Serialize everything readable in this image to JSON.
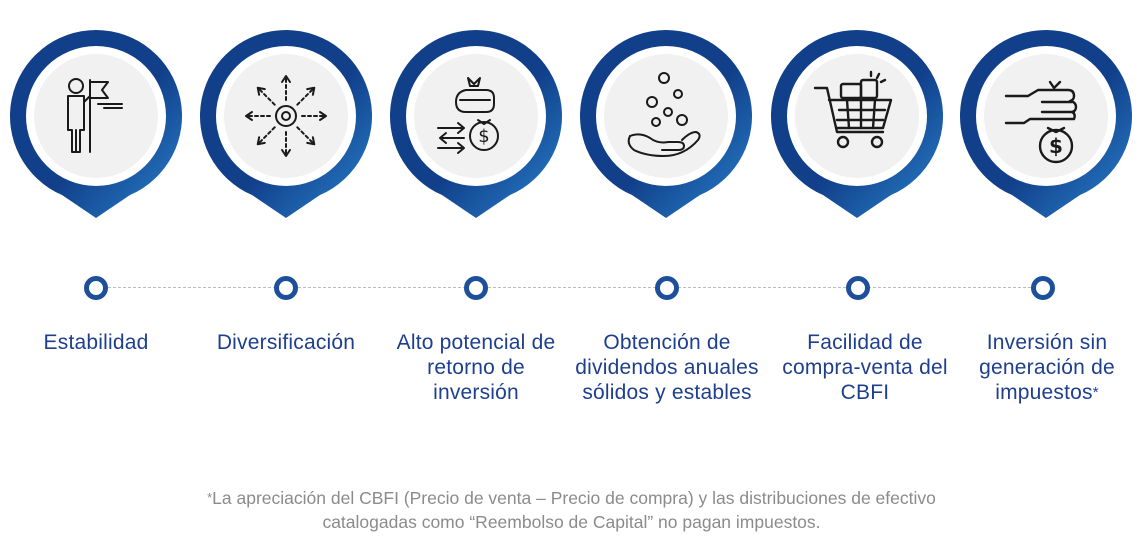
{
  "colors": {
    "pin_dark": "#113f8a",
    "pin_light": "#2a83cd",
    "label_text": "#1e3f8e",
    "footnote_text": "#8b8b8b",
    "dotted_line": "#b9bcc2"
  },
  "items": [
    {
      "label": "Estabilidad",
      "icon": "person-flag-icon"
    },
    {
      "label": "Diversificación",
      "icon": "diversification-arrows-icon"
    },
    {
      "label": "Alto potencial de retorno de inversión",
      "icon": "money-bag-hand-icon"
    },
    {
      "label": "Obtención de dividendos anuales sólidos y estables",
      "icon": "coins-hand-icon"
    },
    {
      "label": "Facilidad de compra-venta del CBFI",
      "icon": "shopping-cart-icon"
    },
    {
      "label": "Inversión sin generación de impuestos",
      "icon": "hand-money-bag-icon",
      "asterisk": "*"
    }
  ],
  "footnote": {
    "asterisk": "*",
    "line1": "La apreciación del CBFI (Precio de venta – Precio de compra) y las distribuciones de efectivo",
    "line2": "catalogadas como “Reembolso de Capital” no pagan impuestos."
  }
}
